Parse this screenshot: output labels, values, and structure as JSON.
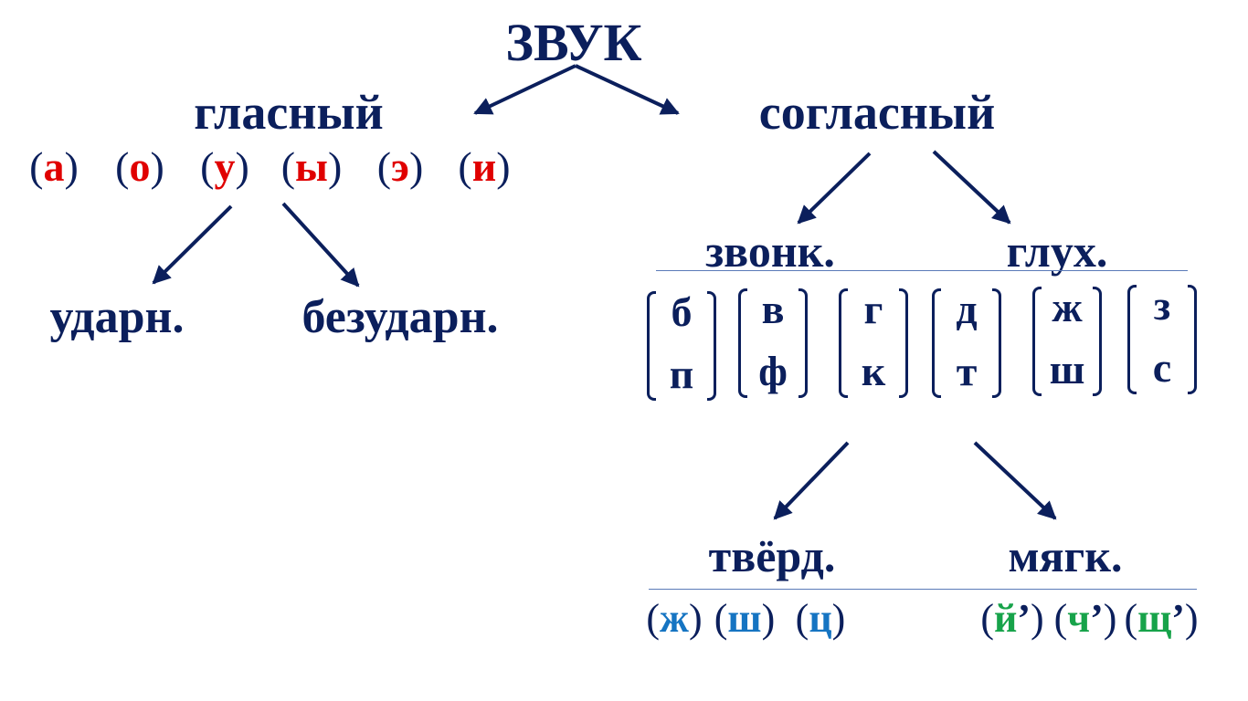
{
  "root": "ЗВУК",
  "vowel_branch": {
    "title": "гласный",
    "letters": [
      "а",
      "о",
      "у",
      "ы",
      "э",
      "и"
    ],
    "stressed": "ударн.",
    "unstressed": "безударн."
  },
  "consonant_branch": {
    "title": "согласный",
    "voiced": "звонк.",
    "voiceless": "глух.",
    "pairs": [
      {
        "top": "б",
        "bottom": "п"
      },
      {
        "top": "в",
        "bottom": "ф"
      },
      {
        "top": "г",
        "bottom": "к"
      },
      {
        "top": "д",
        "bottom": "т"
      },
      {
        "top": "ж",
        "bottom": "ш"
      },
      {
        "top": "з",
        "bottom": "с"
      }
    ],
    "hard": "твёрд.",
    "soft": "мягк.",
    "hard_only": [
      "ж",
      "ш",
      "ц"
    ],
    "soft_only": [
      "й",
      "ч",
      "щ"
    ],
    "soft_mark": "’"
  },
  "colors": {
    "text": "#0b1f5c",
    "vowel": "#e00000",
    "hard": "#1574c2",
    "soft": "#17a34a",
    "rule": "#5a7ab8"
  }
}
